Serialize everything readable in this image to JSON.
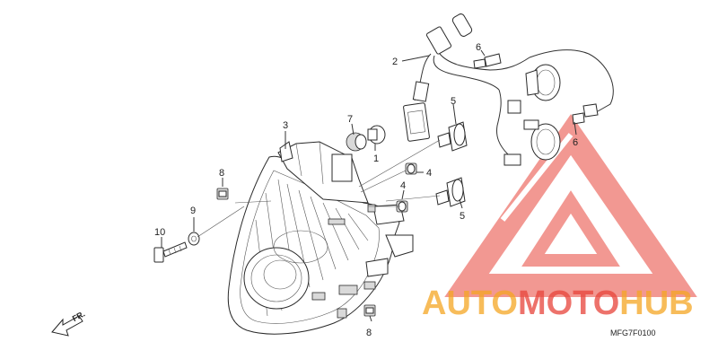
{
  "callouts": {
    "c1": "1",
    "c2": "2",
    "c3": "3",
    "c4a": "4",
    "c4b": "4",
    "c5a": "5",
    "c5b": "5",
    "c6a": "6",
    "c6b": "6",
    "c7": "7",
    "c8a": "8",
    "c8b": "8",
    "c9": "9",
    "c10": "10"
  },
  "front_indicator": "FR.",
  "diagram_code": "MFG7F0100",
  "watermark": {
    "part1": "AUTO",
    "part2": "MOTO",
    "part3": "HUB",
    "color_orange": "#f5a623",
    "color_red": "#e8443a"
  }
}
